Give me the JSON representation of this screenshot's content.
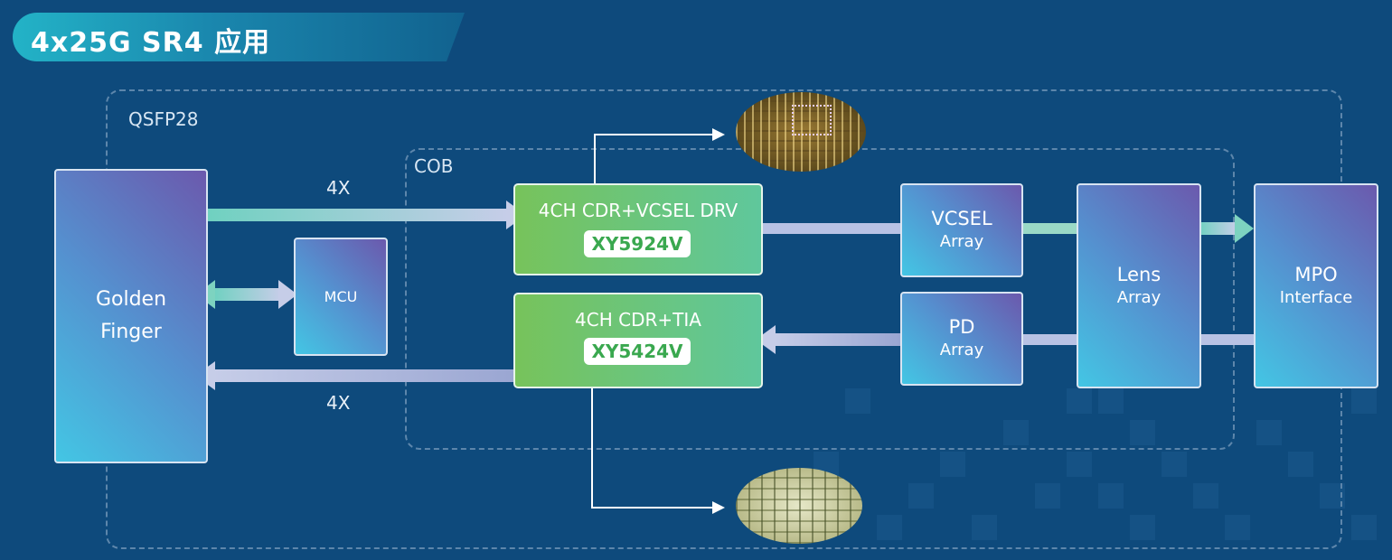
{
  "title": "4x25G SR4 应用",
  "qsfp_label": "QSFP28",
  "cob_label": "COB",
  "golden_finger": {
    "line1": "Golden",
    "line2": "Finger"
  },
  "mcu": "MCU",
  "tx_chip": {
    "title": "4CH CDR+VCSEL DRV",
    "part": "XY5924V"
  },
  "rx_chip": {
    "title": "4CH CDR+TIA",
    "part": "XY5424V"
  },
  "vcsel": {
    "line1": "VCSEL",
    "line2": "Array"
  },
  "pd": {
    "line1": "PD",
    "line2": "Array"
  },
  "lens": {
    "line1": "Lens",
    "line2": "Array"
  },
  "mpo": {
    "line1": "MPO",
    "line2": "Interface"
  },
  "tx_lanes": "4X",
  "rx_lanes": "4X",
  "colors": {
    "background": "#0e4a7c",
    "green_block": "#6cc47a",
    "part_text": "#3aa84f",
    "arrow": "#7dd3c0"
  }
}
